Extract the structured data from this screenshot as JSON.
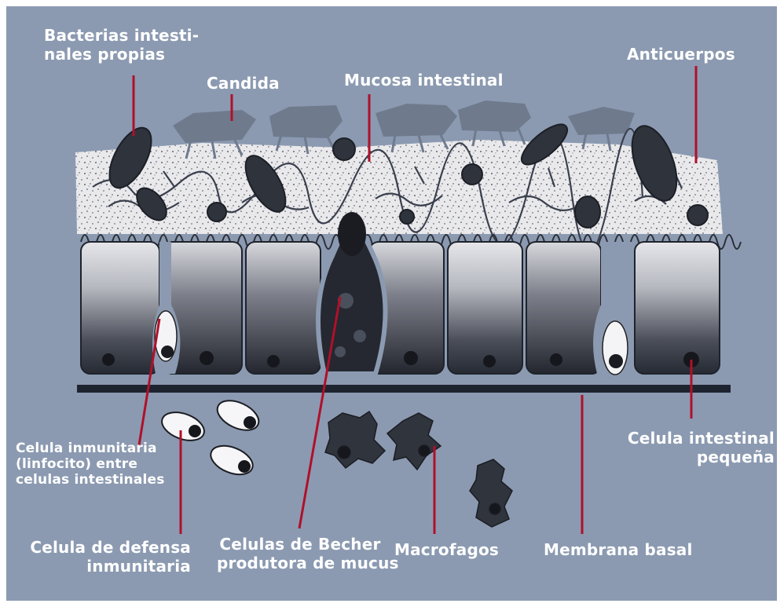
{
  "colors": {
    "background": "#8b9ab1",
    "label_text": "#ffffff",
    "leader_lines": "#b0102a",
    "cell_dark": "#2a2e38",
    "mucus_light": "#e8e8ea",
    "membrane": "#1e2330"
  },
  "labels": {
    "bacterias": [
      "Bacterias intesti-",
      "nales propias"
    ],
    "candida": "Candida",
    "mucosa": "Mucosa intestinal",
    "anticuerpos": "Anticuerpos",
    "linfocito": [
      "Celula inmunitaria",
      "(linfocito) entre",
      "celulas intestinales"
    ],
    "celula_intestinal": [
      "Celula intestinal",
      "pequeña"
    ],
    "defensa": [
      "Celula de defensa",
      "inmunitaria"
    ],
    "becher": [
      "Celulas de Becher",
      "produtora de mucus"
    ],
    "macrofagos": "Macrofagos",
    "membrana": "Membrana basal"
  }
}
